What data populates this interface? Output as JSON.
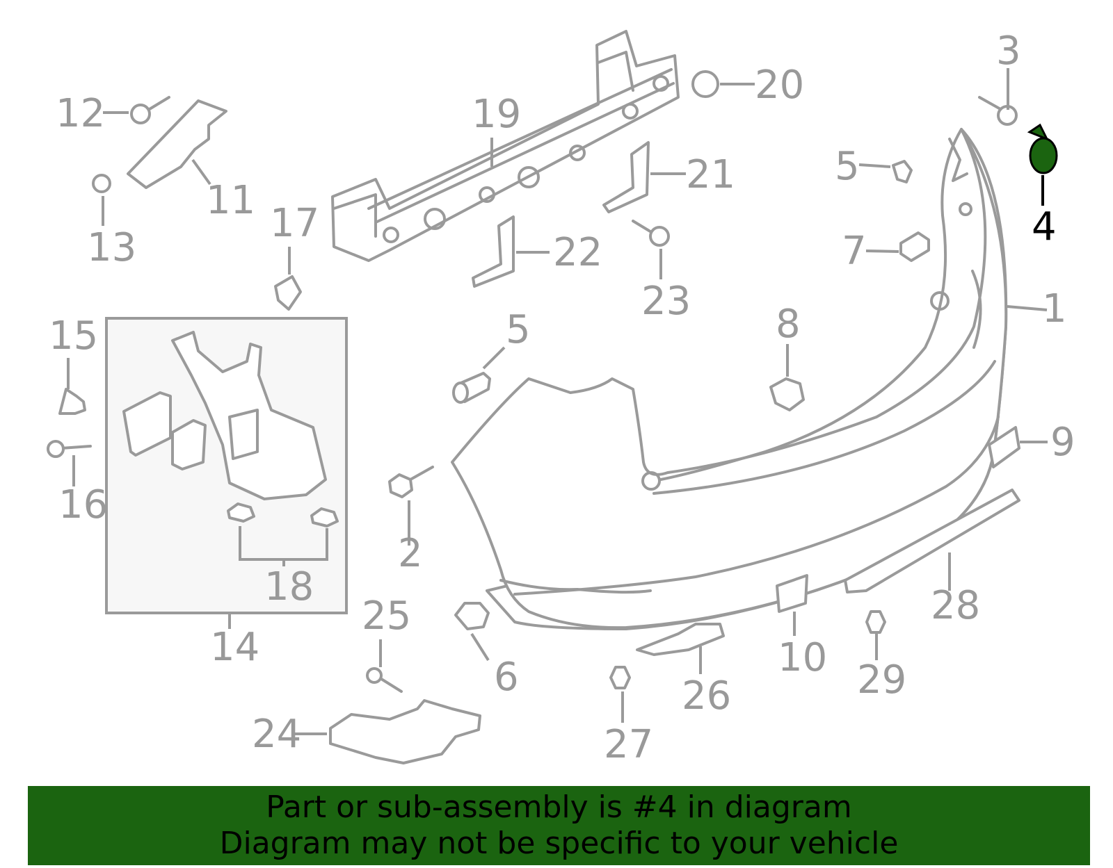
{
  "highlight_color": "#1b6410",
  "callouts": [
    {
      "id": "c1",
      "text": "1"
    },
    {
      "id": "c2",
      "text": "2"
    },
    {
      "id": "c3",
      "text": "3"
    },
    {
      "id": "c4",
      "text": "4",
      "highlighted": true
    },
    {
      "id": "c5a",
      "text": "5"
    },
    {
      "id": "c5b",
      "text": "5"
    },
    {
      "id": "c6",
      "text": "6"
    },
    {
      "id": "c7",
      "text": "7"
    },
    {
      "id": "c8",
      "text": "8"
    },
    {
      "id": "c9",
      "text": "9"
    },
    {
      "id": "c10",
      "text": "10"
    },
    {
      "id": "c11",
      "text": "11"
    },
    {
      "id": "c12",
      "text": "12"
    },
    {
      "id": "c13",
      "text": "13"
    },
    {
      "id": "c14",
      "text": "14"
    },
    {
      "id": "c15",
      "text": "15"
    },
    {
      "id": "c16",
      "text": "16"
    },
    {
      "id": "c17",
      "text": "17"
    },
    {
      "id": "c18",
      "text": "18"
    },
    {
      "id": "c19",
      "text": "19"
    },
    {
      "id": "c20",
      "text": "20"
    },
    {
      "id": "c21",
      "text": "21"
    },
    {
      "id": "c22",
      "text": "22"
    },
    {
      "id": "c23",
      "text": "23"
    },
    {
      "id": "c24",
      "text": "24"
    },
    {
      "id": "c25",
      "text": "25"
    },
    {
      "id": "c26",
      "text": "26"
    },
    {
      "id": "c27",
      "text": "27"
    },
    {
      "id": "c28",
      "text": "28"
    },
    {
      "id": "c29",
      "text": "29"
    }
  ],
  "banner": {
    "line1": "Part or sub-assembly is #4 in diagram",
    "line2": "Diagram may not be specific to your vehicle"
  }
}
